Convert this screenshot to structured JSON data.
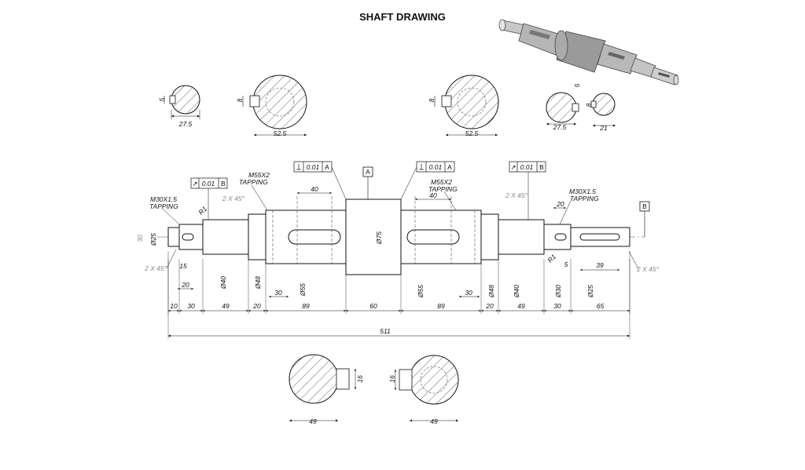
{
  "title": "SHAFT DRAWING",
  "sections": {
    "s1_width": "27.5",
    "s1_key": "5",
    "s2_width": "52.5",
    "s2_key": "8",
    "s3_width": "52.5",
    "s3_key": "8",
    "s4_width": "27.5",
    "s4_key": "5",
    "s4b_key": "8",
    "s5_width": "21",
    "bottom_left_width": "49",
    "bottom_left_key": "16",
    "bottom_right_width": "49",
    "bottom_right_key": "16"
  },
  "fcf": {
    "perp_left_tol": "0.01",
    "perp_left_datum": "A",
    "perp_right_tol": "0.01",
    "perp_right_datum": "A",
    "runout_left_tol": "0.01",
    "runout_left_datum": "B",
    "runout_right_tol": "0.01",
    "runout_right_datum": "B",
    "datum_a": "A",
    "datum_b": "B"
  },
  "notes": {
    "m55_left_line1": "M55X2",
    "m55_left_line2": "TAPPING",
    "m55_right_line1": "M55X2",
    "m55_right_line2": "TAPPING",
    "m30_left_line1": "M30X1.5",
    "m30_left_line2": "TAPPING",
    "m30_right_line1": "M30X1.5",
    "m30_right_line2": "TAPPING",
    "chamfer_tl": "2 X 45°",
    "chamfer_tr": "2 X 45°",
    "chamfer_bl": "2 X 45°",
    "chamfer_br": "2 X 45°",
    "r1_left": "R1",
    "r1_right": "R1"
  },
  "diameters": {
    "d25_left": "Ø25",
    "d40_left": "Ø40",
    "d48_left": "Ø48",
    "d55_left": "Ø55",
    "d75": "Ø75",
    "d55_right": "Ø55",
    "d48_right": "Ø48",
    "d40_right": "Ø40",
    "d30_right": "Ø30",
    "d25_right": "Ø25",
    "left_end": "30"
  },
  "lengths": {
    "top_40_left": "40",
    "top_40_right": "40",
    "top_20_right": "20",
    "l15_left": "15",
    "l20_left": "20",
    "l30_left": "30",
    "l30_right": "30",
    "l5_right": "5",
    "l39_right": "39"
  },
  "bottom_chain": [
    "10",
    "30",
    "49",
    "20",
    "89",
    "60",
    "89",
    "20",
    "49",
    "30",
    "65"
  ],
  "overall": "511"
}
